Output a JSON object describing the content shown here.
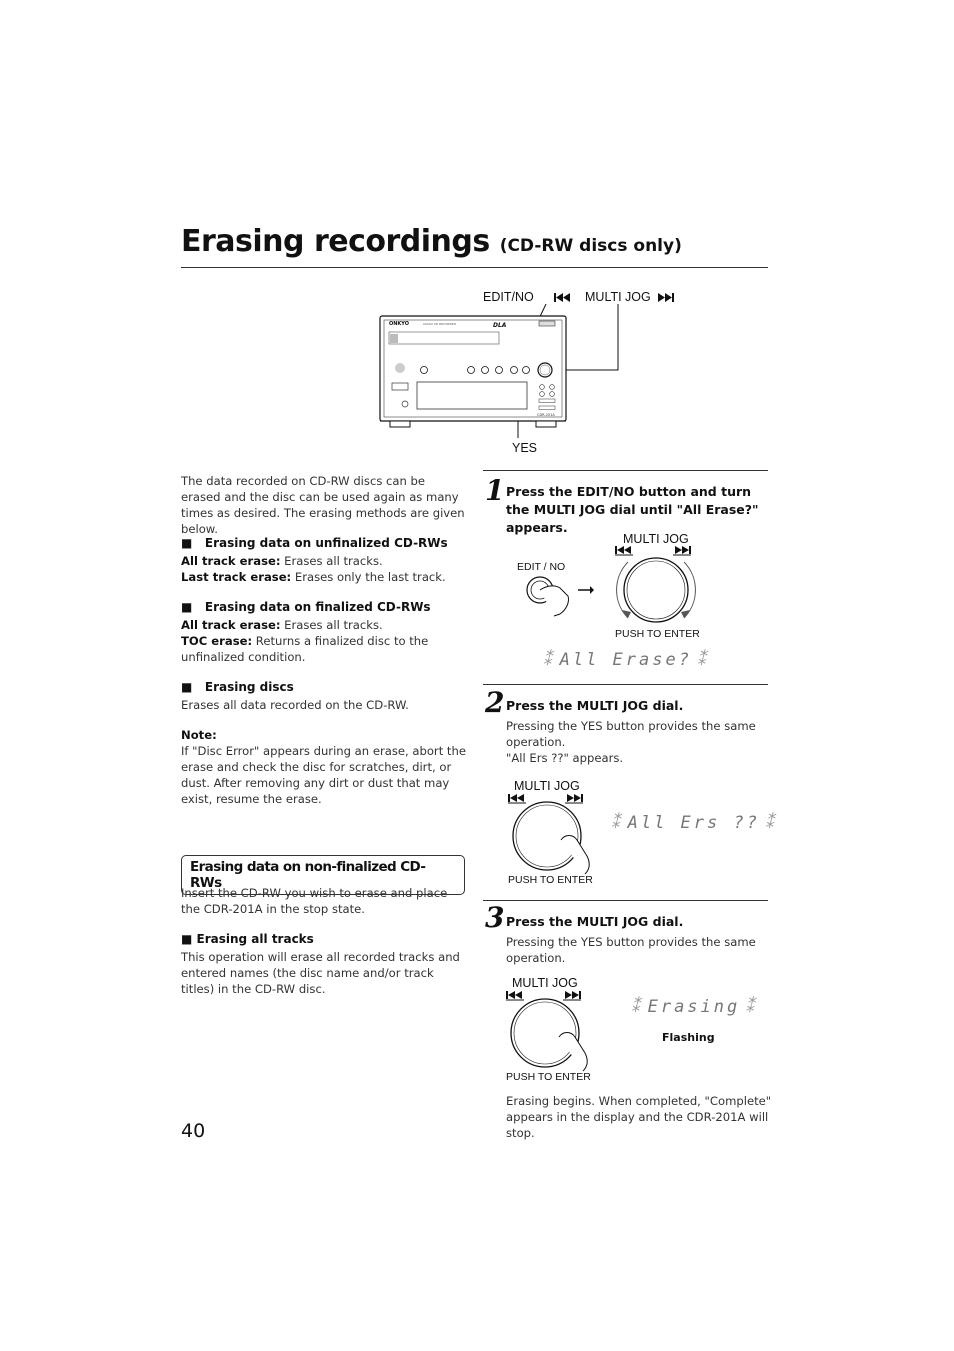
{
  "title": {
    "main": "Erasing recordings",
    "sub": "(CD-RW discs only)"
  },
  "device_figure": {
    "label_edit_no": "EDIT/NO",
    "label_multi_jog": "MULTI JOG",
    "label_yes": "YES",
    "brand": "ONKYO",
    "model": "CDR-201A"
  },
  "intro": "The data recorded on CD-RW discs can be erased and the disc can be used again as many times as desired. The erasing methods are given below.",
  "sections": [
    {
      "heading": "Erasing data on unfinalized CD-RWs",
      "items": [
        {
          "term": "All track erase:",
          "desc": " Erases all tracks."
        },
        {
          "term": "Last track erase:",
          "desc": " Erases only the last track."
        }
      ]
    },
    {
      "heading": "Erasing data on finalized CD-RWs",
      "items": [
        {
          "term": "All track erase:",
          "desc": " Erases all tracks."
        },
        {
          "term": "TOC erase:",
          "desc": " Returns a finalized disc to the unfinalized condition."
        }
      ]
    },
    {
      "heading": "Erasing discs",
      "text": "Erases all data recorded on the CD-RW."
    }
  ],
  "note": {
    "label": "Note:",
    "text": "If \"Disc Error\" appears during an erase, abort the erase and check the disc for scratches, dirt, or dust. After removing any dirt or dust that may exist, resume the erase."
  },
  "nonfinalized": {
    "heading": "Erasing data on non-finalized CD-RWs",
    "text": "Insert the CD-RW you wish to erase and place the CDR-201A in the stop state.",
    "sub_heading": "Erasing all tracks",
    "sub_text": "This operation will erase all recorded tracks and entered names (the disc name and/or track titles) in the CD-RW disc."
  },
  "steps": [
    {
      "number": "1",
      "heading": "Press the EDIT/NO button and turn the MULTI JOG dial until \"All Erase?\" appears.",
      "labels": {
        "multi_jog": "MULTI JOG",
        "edit_no": "EDIT / NO",
        "push": "PUSH TO ENTER"
      },
      "display": "All Erase?"
    },
    {
      "number": "2",
      "heading": "Press the MULTI JOG dial.",
      "text": "Pressing the YES button provides the same operation.",
      "text2": "\"All Ers ??\" appears.",
      "labels": {
        "multi_jog": "MULTI JOG",
        "push": "PUSH TO ENTER"
      },
      "display": "All Ers ??"
    },
    {
      "number": "3",
      "heading": "Press the MULTI JOG dial.",
      "text": "Pressing the YES button provides the same operation.",
      "labels": {
        "multi_jog": "MULTI JOG",
        "push": "PUSH TO ENTER"
      },
      "display": "Erasing",
      "display_caption": "Flashing",
      "after": "Erasing begins. When completed, \"Complete\" appears in the display and the CDR-201A will stop."
    }
  ],
  "page_number": "40"
}
